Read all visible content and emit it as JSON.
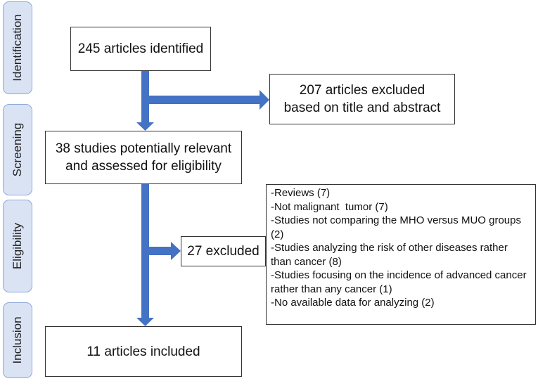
{
  "phases": [
    {
      "id": "identification",
      "label": "Identification"
    },
    {
      "id": "screening",
      "label": "Screening"
    },
    {
      "id": "eligibility",
      "label": "Eligibility"
    },
    {
      "id": "inclusion",
      "label": "Inclusion"
    }
  ],
  "boxes": {
    "identified": "245 articles identified",
    "excluded_title": "207 articles excluded\nbased on title and abstract",
    "screened": "38 studies potentially relevant\nand assessed for eligibility",
    "excluded_eligibility": "27 excluded",
    "included": "11 articles included"
  },
  "exclusion_reasons": [
    "-Reviews (7)",
    "-Not malignant  tumor (7)",
    "-Studies not comparing the MHO versus MUO groups (2)",
    "-Studies analyzing the risk of other diseases rather than cancer (8)",
    "-Studies focusing on the incidence of advanced cancer rather than any cancer (1)",
    "-No available data for analyzing (2)"
  ],
  "colors": {
    "arrow": "#4472c4",
    "phase_fill": "#dae3f3",
    "phase_border": "#8ea9db"
  }
}
